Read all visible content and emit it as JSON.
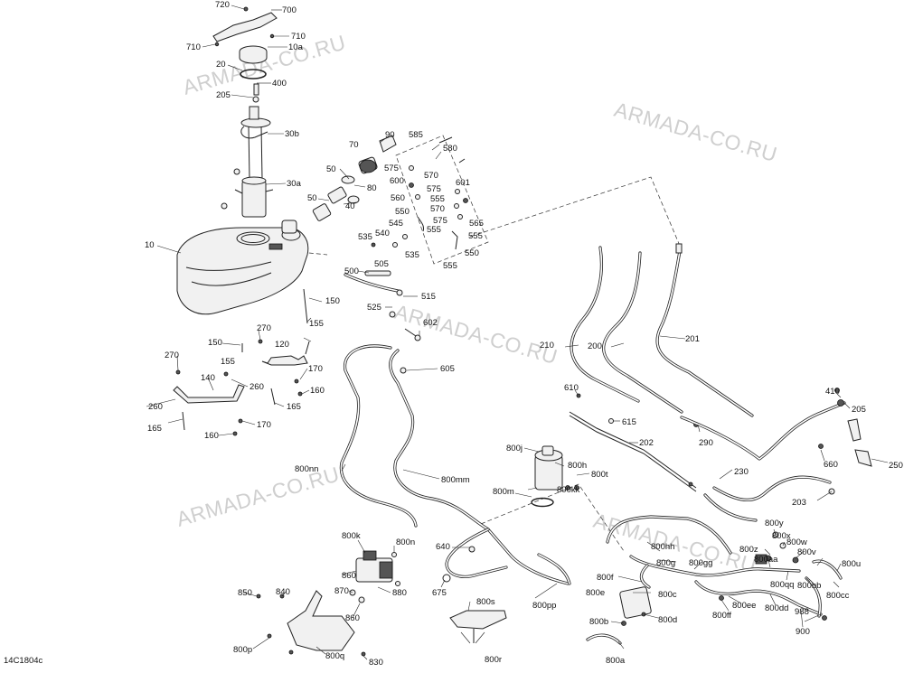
{
  "diagram_code": "14C1804c",
  "watermark_text": "ARMADA-CO.RU",
  "callouts": [
    "720",
    "700",
    "710",
    "710",
    "10a",
    "20",
    "400",
    "205",
    "30b",
    "30a",
    "10",
    "90",
    "585",
    "580",
    "70",
    "575",
    "570",
    "600",
    "575",
    "601",
    "560",
    "555",
    "550",
    "570",
    "575",
    "565",
    "545",
    "555",
    "540",
    "555",
    "535",
    "535",
    "550",
    "555",
    "50",
    "80",
    "50",
    "40",
    "505",
    "500",
    "515",
    "525",
    "602",
    "605",
    "150",
    "155",
    "270",
    "150",
    "120",
    "155",
    "270",
    "170",
    "140",
    "260",
    "160",
    "165",
    "260",
    "170",
    "165",
    "160",
    "210",
    "200",
    "201",
    "610",
    "615",
    "290",
    "202",
    "410",
    "205",
    "660",
    "250",
    "230",
    "203",
    "800j",
    "800h",
    "800t",
    "800kk",
    "800m",
    "800nn",
    "800mm",
    "800y",
    "800x",
    "800z",
    "800w",
    "800v",
    "800u",
    "800aa",
    "800qq",
    "800bb",
    "800cc",
    "800hh",
    "800g",
    "800gg",
    "800f",
    "800c",
    "800e",
    "800d",
    "800ee",
    "800dd",
    "988",
    "800ff",
    "800b",
    "900",
    "800a",
    "640",
    "675",
    "800pp",
    "800s",
    "800r",
    "800k",
    "800n",
    "860",
    "870",
    "880",
    "850",
    "840",
    "860",
    "800p",
    "800q",
    "830"
  ],
  "colors": {
    "line": "#222222",
    "watermark": "#cfcfcf",
    "background": "#ffffff"
  }
}
